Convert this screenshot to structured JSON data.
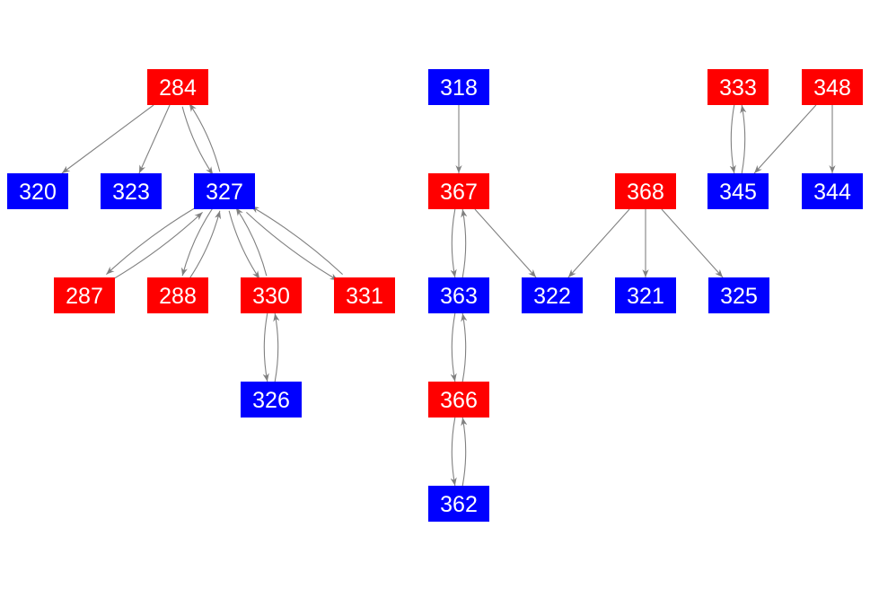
{
  "colors": {
    "red": "#ff0000",
    "blue": "#0000ff",
    "edge": "#808080",
    "label": "#ffffff"
  },
  "nodes": [
    {
      "id": "284",
      "color": "red"
    },
    {
      "id": "318",
      "color": "blue"
    },
    {
      "id": "333",
      "color": "red"
    },
    {
      "id": "348",
      "color": "red"
    },
    {
      "id": "320",
      "color": "blue"
    },
    {
      "id": "323",
      "color": "blue"
    },
    {
      "id": "327",
      "color": "blue"
    },
    {
      "id": "367",
      "color": "red"
    },
    {
      "id": "368",
      "color": "red"
    },
    {
      "id": "345",
      "color": "blue"
    },
    {
      "id": "344",
      "color": "blue"
    },
    {
      "id": "287",
      "color": "red"
    },
    {
      "id": "288",
      "color": "red"
    },
    {
      "id": "330",
      "color": "red"
    },
    {
      "id": "331",
      "color": "red"
    },
    {
      "id": "363",
      "color": "blue"
    },
    {
      "id": "322",
      "color": "blue"
    },
    {
      "id": "321",
      "color": "blue"
    },
    {
      "id": "325",
      "color": "blue"
    },
    {
      "id": "326",
      "color": "blue"
    },
    {
      "id": "366",
      "color": "red"
    },
    {
      "id": "362",
      "color": "blue"
    }
  ],
  "edges": [
    [
      "284",
      "320"
    ],
    [
      "284",
      "323"
    ],
    [
      "284",
      "327"
    ],
    [
      "327",
      "284"
    ],
    [
      "327",
      "287"
    ],
    [
      "287",
      "327"
    ],
    [
      "288",
      "327"
    ],
    [
      "327",
      "288"
    ],
    [
      "327",
      "330"
    ],
    [
      "330",
      "327"
    ],
    [
      "327",
      "331"
    ],
    [
      "331",
      "327"
    ],
    [
      "330",
      "326"
    ],
    [
      "326",
      "330"
    ],
    [
      "318",
      "367"
    ],
    [
      "367",
      "363"
    ],
    [
      "363",
      "367"
    ],
    [
      "367",
      "322"
    ],
    [
      "363",
      "366"
    ],
    [
      "366",
      "363"
    ],
    [
      "366",
      "362"
    ],
    [
      "362",
      "366"
    ],
    [
      "368",
      "322"
    ],
    [
      "368",
      "321"
    ],
    [
      "368",
      "325"
    ],
    [
      "333",
      "345"
    ],
    [
      "345",
      "333"
    ],
    [
      "348",
      "345"
    ],
    [
      "348",
      "344"
    ]
  ]
}
